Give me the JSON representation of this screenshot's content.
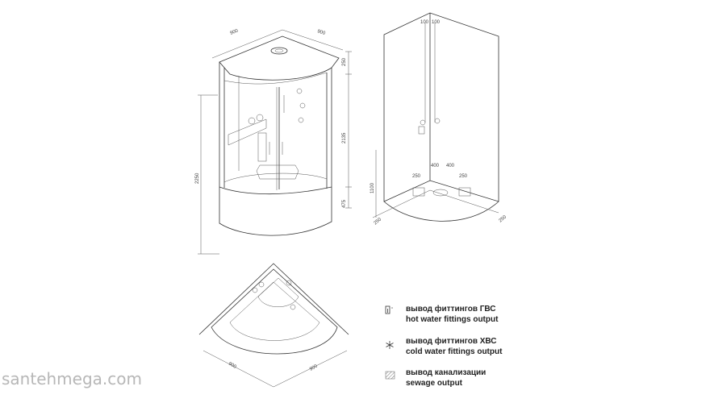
{
  "front_view": {
    "dims": {
      "width_left": "900",
      "width_right": "900",
      "top_right": "250",
      "height_total": "2250",
      "height_cabin": "2135",
      "tray_height": "475"
    }
  },
  "side_view": {
    "dims": {
      "top_a": "100",
      "top_b": "100",
      "left_height": "1100",
      "left_short": "250",
      "floor_a": "250",
      "floor_b": "400",
      "floor_c": "400",
      "floor_d": "250",
      "right_short": "250"
    }
  },
  "plan_view": {
    "dims": {
      "left": "900",
      "right": "900"
    }
  },
  "legend": {
    "items": [
      {
        "icon": "thermometer-icon",
        "ru": "вывод фиттингов ГВС",
        "en": "hot water fittings output"
      },
      {
        "icon": "snowflake-icon",
        "ru": "вывод фиттингов ХВС",
        "en": "cold water fittings output"
      },
      {
        "icon": "hatch-icon",
        "ru": "вывод канализации",
        "en": "sewage output"
      }
    ]
  },
  "watermark": "santehmega.com"
}
